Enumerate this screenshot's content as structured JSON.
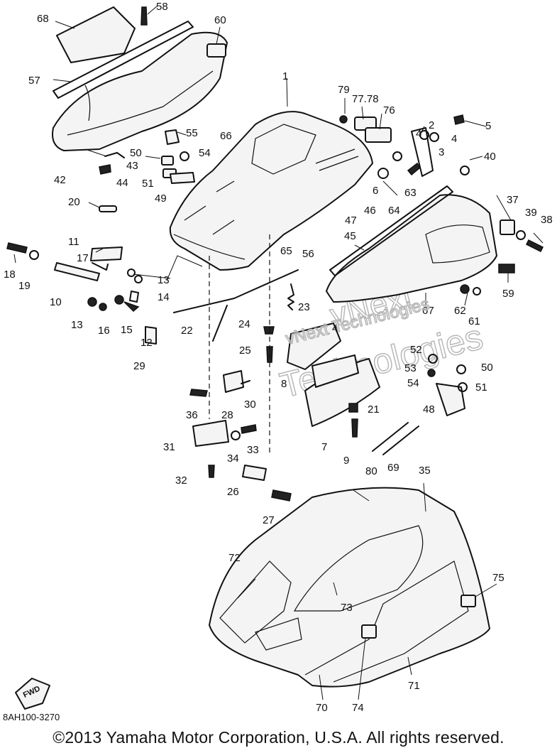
{
  "callouts": [
    {
      "id": "68",
      "text": "68"
    },
    {
      "id": "58",
      "text": "58"
    },
    {
      "id": "60",
      "text": "60"
    },
    {
      "id": "57",
      "text": "57"
    },
    {
      "id": "1",
      "text": "1"
    },
    {
      "id": "79",
      "text": "79"
    },
    {
      "id": "7778",
      "text": "77.78"
    },
    {
      "id": "76",
      "text": "76"
    },
    {
      "id": "2",
      "text": "2"
    },
    {
      "id": "5",
      "text": "5"
    },
    {
      "id": "4a",
      "text": "4"
    },
    {
      "id": "4b",
      "text": "4"
    },
    {
      "id": "55",
      "text": "55"
    },
    {
      "id": "66",
      "text": "66"
    },
    {
      "id": "3",
      "text": "3"
    },
    {
      "id": "50a",
      "text": "50"
    },
    {
      "id": "54a",
      "text": "54"
    },
    {
      "id": "40",
      "text": "40"
    },
    {
      "id": "42",
      "text": "42"
    },
    {
      "id": "43",
      "text": "43"
    },
    {
      "id": "51a",
      "text": "51"
    },
    {
      "id": "6",
      "text": "6"
    },
    {
      "id": "63",
      "text": "63"
    },
    {
      "id": "44",
      "text": "44"
    },
    {
      "id": "49",
      "text": "49"
    },
    {
      "id": "20",
      "text": "20"
    },
    {
      "id": "46",
      "text": "46"
    },
    {
      "id": "64",
      "text": "64"
    },
    {
      "id": "37",
      "text": "37"
    },
    {
      "id": "39",
      "text": "39"
    },
    {
      "id": "38",
      "text": "38"
    },
    {
      "id": "47",
      "text": "47"
    },
    {
      "id": "45",
      "text": "45"
    },
    {
      "id": "11",
      "text": "11"
    },
    {
      "id": "65",
      "text": "65"
    },
    {
      "id": "56",
      "text": "56"
    },
    {
      "id": "18",
      "text": "18"
    },
    {
      "id": "17",
      "text": "17"
    },
    {
      "id": "19",
      "text": "19"
    },
    {
      "id": "13a",
      "text": "13"
    },
    {
      "id": "10",
      "text": "10"
    },
    {
      "id": "14",
      "text": "14"
    },
    {
      "id": "59",
      "text": "59"
    },
    {
      "id": "23",
      "text": "23"
    },
    {
      "id": "13b",
      "text": "13"
    },
    {
      "id": "67",
      "text": "67"
    },
    {
      "id": "62",
      "text": "62"
    },
    {
      "id": "61",
      "text": "61"
    },
    {
      "id": "16",
      "text": "16"
    },
    {
      "id": "15",
      "text": "15"
    },
    {
      "id": "12",
      "text": "12"
    },
    {
      "id": "22",
      "text": "22"
    },
    {
      "id": "24",
      "text": "24"
    },
    {
      "id": "4c",
      "text": "4"
    },
    {
      "id": "29",
      "text": "29"
    },
    {
      "id": "25",
      "text": "25"
    },
    {
      "id": "52",
      "text": "52"
    },
    {
      "id": "53",
      "text": "53"
    },
    {
      "id": "50b",
      "text": "50"
    },
    {
      "id": "8",
      "text": "8"
    },
    {
      "id": "54b",
      "text": "54"
    },
    {
      "id": "51b",
      "text": "51"
    },
    {
      "id": "36",
      "text": "36"
    },
    {
      "id": "28",
      "text": "28"
    },
    {
      "id": "30",
      "text": "30"
    },
    {
      "id": "48",
      "text": "48"
    },
    {
      "id": "21",
      "text": "21"
    },
    {
      "id": "31",
      "text": "31"
    },
    {
      "id": "33",
      "text": "33"
    },
    {
      "id": "34",
      "text": "34"
    },
    {
      "id": "9",
      "text": "9"
    },
    {
      "id": "7",
      "text": "7"
    },
    {
      "id": "80",
      "text": "80"
    },
    {
      "id": "69",
      "text": "69"
    },
    {
      "id": "32",
      "text": "32"
    },
    {
      "id": "26",
      "text": "26"
    },
    {
      "id": "35",
      "text": "35"
    },
    {
      "id": "27",
      "text": "27"
    },
    {
      "id": "72",
      "text": "72"
    },
    {
      "id": "75",
      "text": "75"
    },
    {
      "id": "73",
      "text": "73"
    },
    {
      "id": "70",
      "text": "70"
    },
    {
      "id": "74",
      "text": "74"
    },
    {
      "id": "71",
      "text": "71"
    }
  ],
  "fwd_label": "FWD",
  "watermark": {
    "line1": "vNext",
    "line2": "Technologies",
    "small": "vNext Technologies"
  },
  "diagram_code": "8AH100-3270",
  "copyright": "©2013 Yamaha Motor Corporation, U.S.A. All rights reserved."
}
